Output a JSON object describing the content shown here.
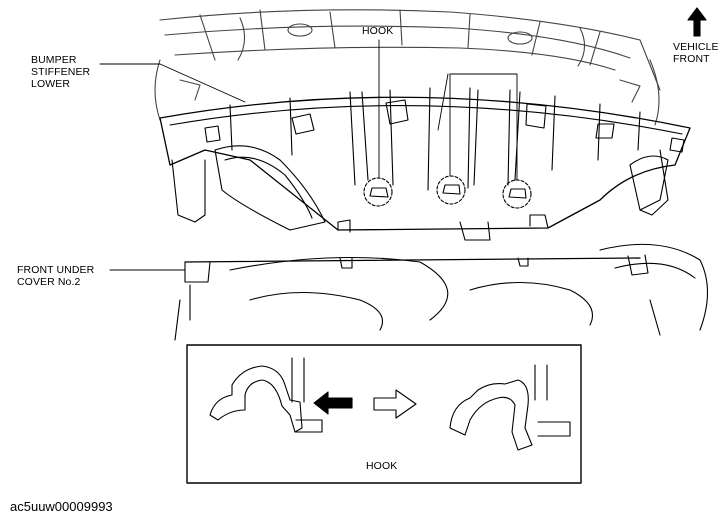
{
  "labels": {
    "bumper_stiffener": [
      "BUMPER",
      "STIFFENER",
      "LOWER"
    ],
    "hook_top": "HOOK",
    "vehicle_front": [
      "VEHICLE",
      "FRONT"
    ],
    "front_under_cover": [
      "FRONT UNDER",
      "COVER No.2"
    ],
    "hook_inset": "HOOK"
  },
  "figure_code": "ac5uuw00009993"
}
